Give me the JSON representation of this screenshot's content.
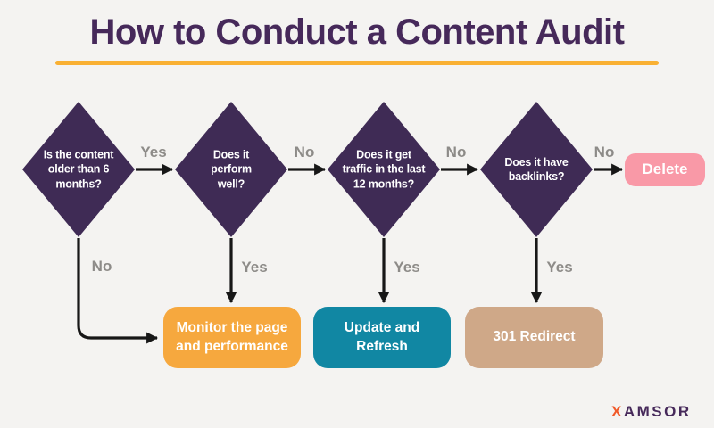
{
  "title": {
    "text": "How to Conduct a Content Audit"
  },
  "colors": {
    "background": "#f4f3f1",
    "title": "#46295a",
    "underline": "#f9b033",
    "diamond": "#3f2b55",
    "arrow": "#171717",
    "edge_label": "#8d8b88",
    "logo_x": "#f15a29",
    "logo_rest": "#46295a"
  },
  "flowchart": {
    "decisions": [
      {
        "question": "Is the content\nolder than 6\nmonths?"
      },
      {
        "question": "Does it\nperform\nwell?"
      },
      {
        "question": "Does it get\ntraffic in the last\n12 months?"
      },
      {
        "question": "Does it have\nbacklinks?"
      }
    ],
    "edges": {
      "d1_d2": "Yes",
      "d2_d3": "No",
      "d3_d4": "No",
      "d4_delete": "No",
      "d1_monitor": "No",
      "d2_monitor": "Yes",
      "d3_update": "Yes",
      "d4_redirect": "Yes"
    },
    "outcomes": [
      {
        "label": "Delete",
        "color": "#f999a7"
      },
      {
        "label": "Monitor the page\nand performance",
        "color": "#f6a83e"
      },
      {
        "label": "Update and\nRefresh",
        "color": "#1187a3"
      },
      {
        "label": "301 Redirect",
        "color": "#cfa888"
      }
    ]
  },
  "logo": {
    "prefix": "X",
    "rest": "AMSOR"
  }
}
